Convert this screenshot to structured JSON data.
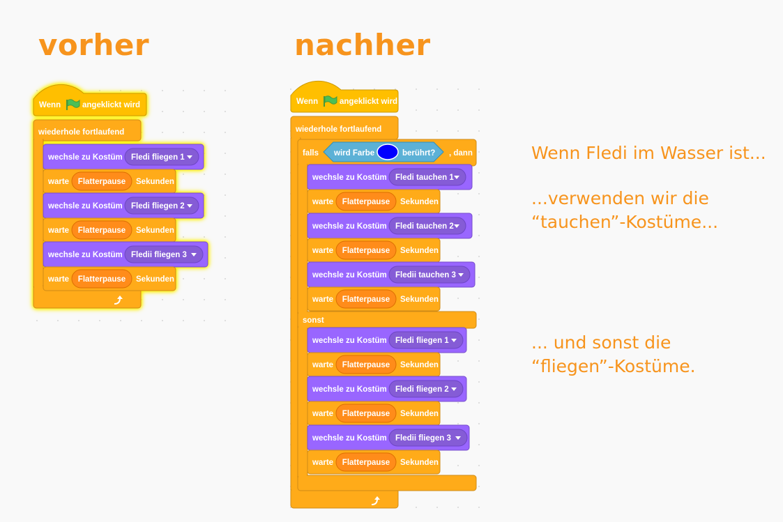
{
  "headings": {
    "before": "vorher",
    "after": "nachher"
  },
  "captions": {
    "line1": "Wenn Fledi im Wasser ist...",
    "line2a": "...verwenden wir die",
    "line2b": "“tauchen”-Kostüme...",
    "line3a": "... und sonst die",
    "line3b": "“fliegen”-Kostüme."
  },
  "colors": {
    "events": "#ffbf00",
    "control": "#ffab19",
    "looks": "#9966ff",
    "looks_dark": "#855cd6",
    "variable": "#ff8c1a",
    "sensing": "#5cb1d6",
    "sensing_color_value": "#0000ff",
    "flag": "#4cbf56",
    "highlight": "#fff200",
    "caption": "#f7941d"
  },
  "blocks": {
    "when_label": "Wenn",
    "flag_icon": "green-flag-icon",
    "clicked_label": "angeklickt wird",
    "forever_label": "wiederhole fortlaufend",
    "switch_costume_label": "wechsle zu Kostüm",
    "wait_label": "warte",
    "wait_variable": "Flatterpause",
    "seconds_label": "Sekunden",
    "if_label": "falls",
    "touching_color_a": "wird Farbe",
    "touching_color_b": "berührt?",
    "then_label": ", dann",
    "else_label": "sonst",
    "loop_arrow_icon": "loop-arrow-icon",
    "dropdown_icon": "dropdown-arrow-icon"
  },
  "before_script": {
    "costumes": [
      "Fledi fliegen 1",
      "Fledi fliegen 2",
      "Fledii fliegen 3"
    ]
  },
  "after_script": {
    "if_costumes": [
      "Fledi tauchen 1",
      "Fledi tauchen 2",
      "Fledii tauchen 3"
    ],
    "else_costumes": [
      "Fledi fliegen 1",
      "Fledi fliegen 2",
      "Fledii fliegen 3"
    ]
  }
}
